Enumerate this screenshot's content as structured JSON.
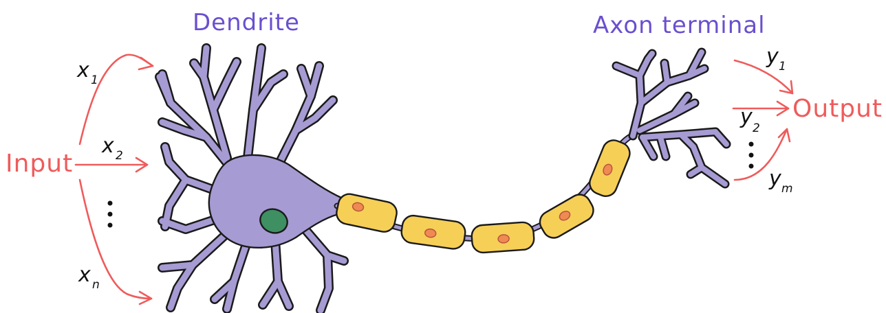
{
  "labels": {
    "dendrite": "Dendrite",
    "axon_terminal": "Axon terminal",
    "input": "Input",
    "output": "Output"
  },
  "inputs": [
    {
      "base": "x",
      "sub": "1"
    },
    {
      "base": "x",
      "sub": "2"
    },
    {
      "base": "x",
      "sub": "n"
    }
  ],
  "outputs": [
    {
      "base": "y",
      "sub": "1"
    },
    {
      "base": "y",
      "sub": "2"
    },
    {
      "base": "y",
      "sub": "m"
    }
  ],
  "colors": {
    "neuron": "#a79bd3",
    "myelin": "#f6cf57",
    "node": "#ef8a55",
    "nucleus": "#3e8f62",
    "arrow": "#ef5b5b",
    "label": "#6a4fd0"
  }
}
